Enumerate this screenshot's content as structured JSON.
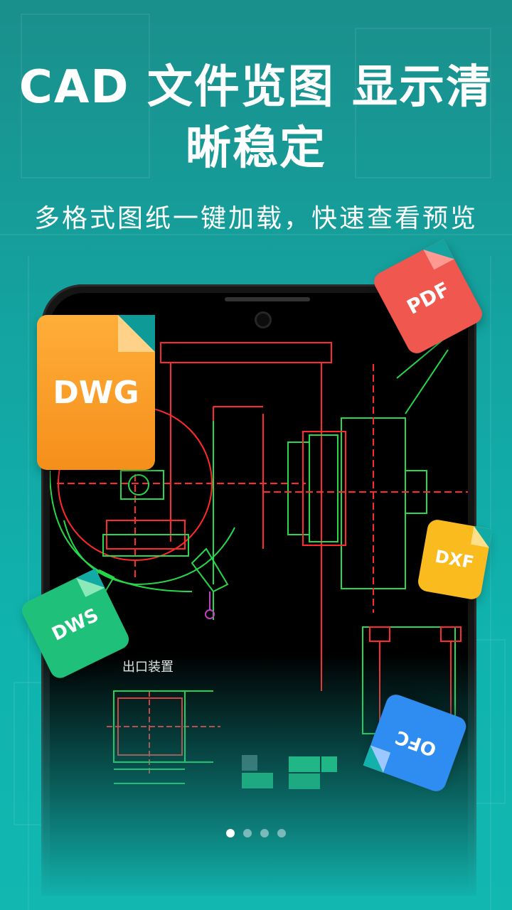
{
  "headline": {
    "line1": "CAD 文件览图 显示清",
    "line2": "晰稳定"
  },
  "subtitle": "多格式图纸一键加载，快速查看预览",
  "badges": {
    "dwg": "DWG",
    "pdf": "PDF",
    "dxf": "DXF",
    "dws": "DWS",
    "ofc": "OFC"
  },
  "drawing": {
    "section_label": "出口装置"
  },
  "carousel": {
    "count": 4,
    "active_index": 0
  },
  "colors": {
    "background_top": "#1a8f8c",
    "background_bottom": "#12b7b0",
    "dwg": "#f7961f",
    "pdf": "#f0574e",
    "dxf": "#f9bb1e",
    "dws": "#1fc07a",
    "ofc": "#2f8df2",
    "cad_red": "#ff2a2a",
    "cad_green": "#27d84a"
  },
  "icons": [
    "signal-icon",
    "wifi-icon",
    "camera-icon"
  ]
}
